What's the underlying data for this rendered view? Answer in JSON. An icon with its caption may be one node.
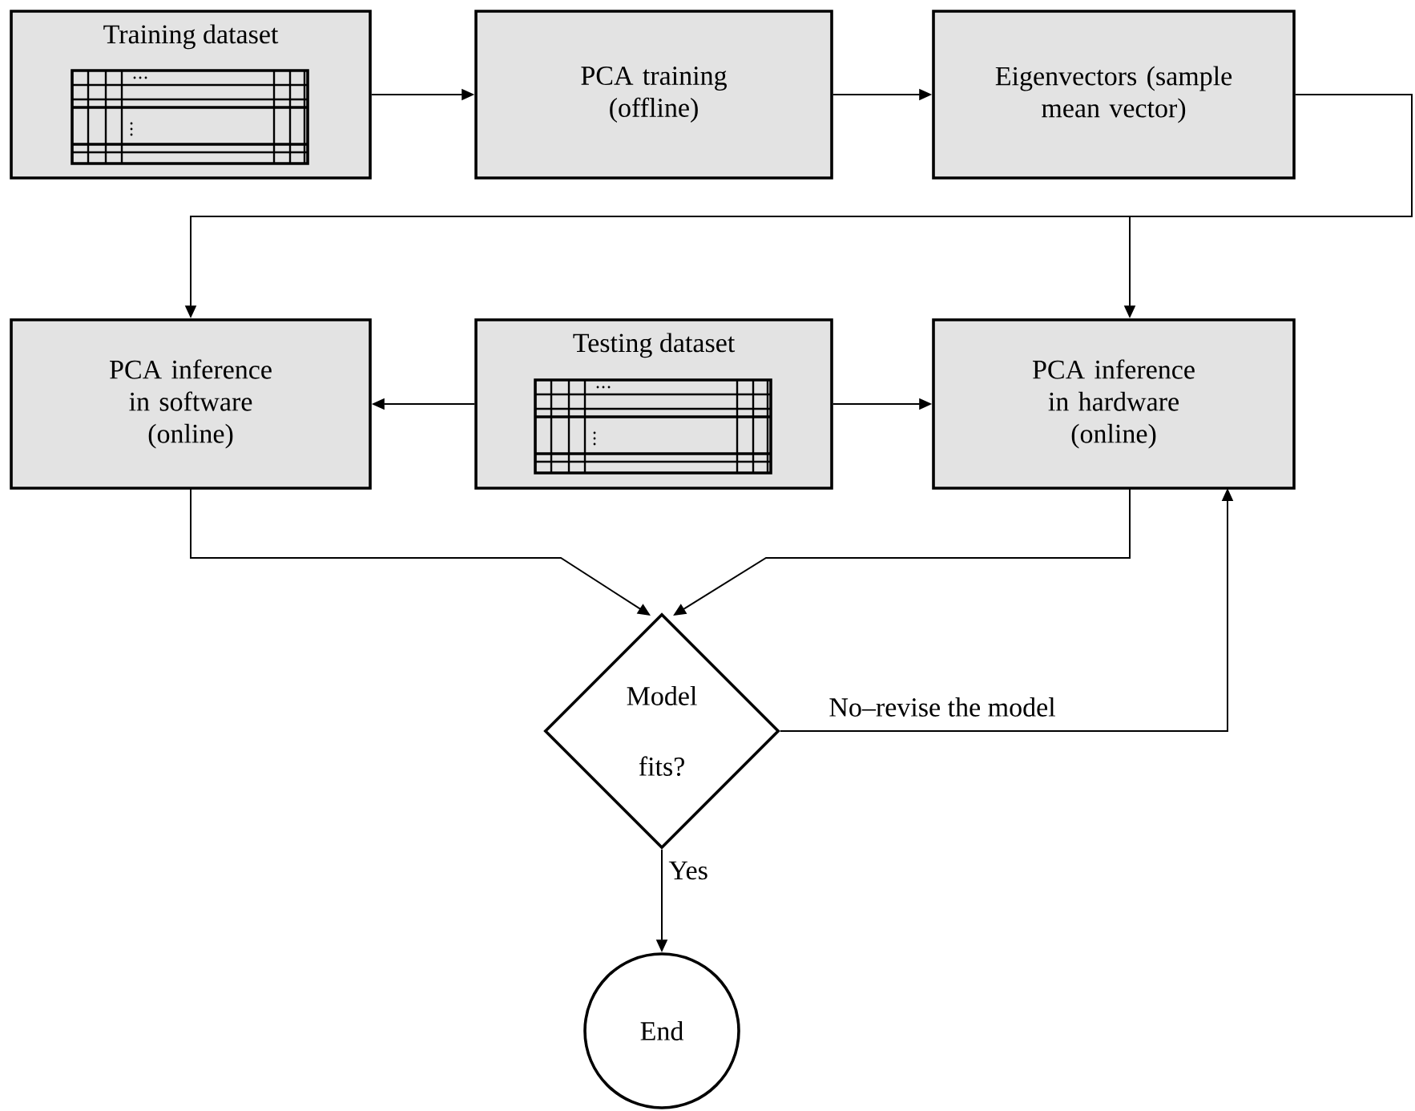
{
  "diagram": {
    "nodes": [
      {
        "text": [
          "Training dataset"
        ]
      },
      {
        "text": [
          "PCA training (offline)"
        ]
      },
      {
        "text": [
          "Eigenvectors (sample mean vector)"
        ]
      },
      {
        "text": [
          "PCA inference in software (online)"
        ]
      },
      {
        "text": [
          "Testing dataset"
        ]
      },
      {
        "text": [
          "PCA inference in hardware (online)"
        ]
      },
      {
        "text": [
          "Model fits?"
        ]
      },
      {
        "text": [
          "End"
        ]
      }
    ],
    "edges": [
      {
        "from": 0,
        "to": 1,
        "arrow": "to"
      },
      {
        "from": 1,
        "to": 2,
        "arrow": "to"
      },
      {
        "from": 2,
        "to": 3,
        "arrow": "to"
      },
      {
        "from": 2,
        "to": 5,
        "arrow": "to"
      },
      {
        "from": 4,
        "to": 3,
        "arrow": "to"
      },
      {
        "from": 4,
        "to": 5,
        "arrow": "to"
      },
      {
        "from": 3,
        "to": 6,
        "arrow": "to"
      },
      {
        "from": 5,
        "to": 6,
        "arrow": "to"
      },
      {
        "from": 6,
        "to": 5,
        "arrow": "to",
        "label": "No–revise the model"
      },
      {
        "from": 6,
        "to": 7,
        "arrow": "to",
        "label": "Yes"
      }
    ]
  }
}
